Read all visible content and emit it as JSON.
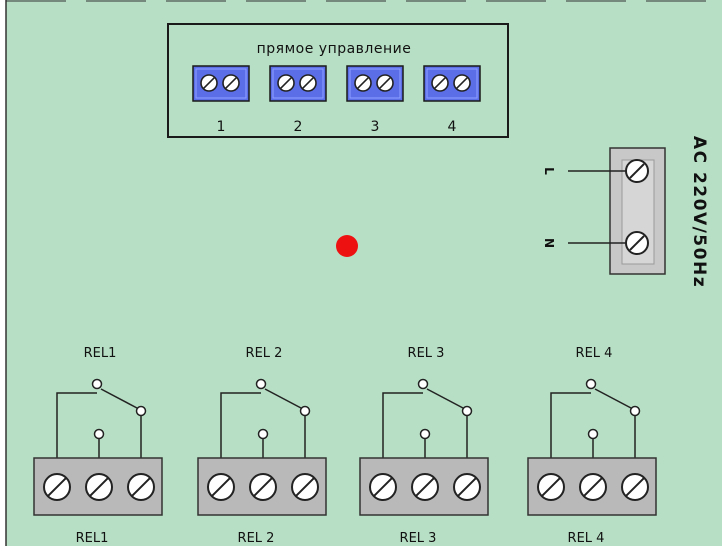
{
  "direct_control": {
    "title": "прямое управление",
    "terminals": [
      {
        "label": "1"
      },
      {
        "label": "2"
      },
      {
        "label": "3"
      },
      {
        "label": "4"
      }
    ]
  },
  "power": {
    "label": "AC 220V/50Hz",
    "line_label": "L",
    "neutral_label": "N"
  },
  "relays": [
    {
      "top_label": "REL1",
      "bottom_label": "REL1"
    },
    {
      "top_label": "REL 2",
      "bottom_label": "REL 2"
    },
    {
      "top_label": "REL 3",
      "bottom_label": "REL 3"
    },
    {
      "top_label": "REL 4",
      "bottom_label": "REL 4"
    }
  ],
  "colors": {
    "board": "#b7dfc5",
    "terminal_block": "#5b6ee8",
    "relay_block": "#b9b9b9",
    "indicator_led": "#ee1111"
  }
}
